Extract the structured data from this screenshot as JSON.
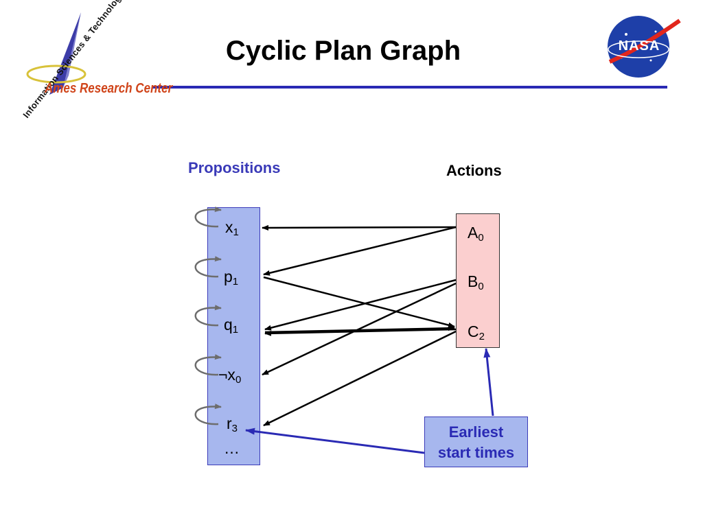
{
  "header": {
    "title": "Cyclic Plan Graph",
    "logo_ames_text": "Ames Research Center",
    "logo_info_text": "Information Sciences & Technology",
    "logo_nasa_text": "NASA"
  },
  "diagram": {
    "propositions_heading": "Propositions",
    "actions_heading": "Actions",
    "propositions": [
      {
        "id": "x1",
        "base": "x",
        "sub": "1"
      },
      {
        "id": "p1",
        "base": "p",
        "sub": "1"
      },
      {
        "id": "q1",
        "base": "q",
        "sub": "1"
      },
      {
        "id": "notx0",
        "base": "¬x",
        "sub": "0"
      },
      {
        "id": "r3",
        "base": "r",
        "sub": "3"
      }
    ],
    "propositions_more": "…",
    "actions": [
      {
        "id": "A0",
        "base": "A",
        "sub": "0"
      },
      {
        "id": "B0",
        "base": "B",
        "sub": "0"
      },
      {
        "id": "C2",
        "base": "C",
        "sub": "2"
      }
    ],
    "callout": {
      "line1": "Earliest",
      "line2": "start times"
    },
    "colors": {
      "propositions_fill": "#a7b7ee",
      "actions_fill": "#fbcfcf",
      "accent": "#2a2ab4"
    }
  }
}
